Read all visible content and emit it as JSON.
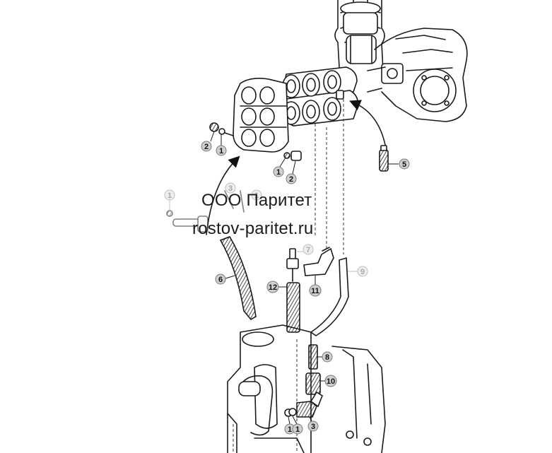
{
  "watermark": {
    "line1": "ООО Паритет",
    "line2": "rostov-paritet.ru"
  },
  "callouts": [
    {
      "id": "c-2a",
      "label": "2"
    },
    {
      "id": "c-1a",
      "label": "1"
    },
    {
      "id": "c-1b",
      "label": "1"
    },
    {
      "id": "c-2b",
      "label": "2"
    },
    {
      "id": "c-5",
      "label": "5"
    },
    {
      "id": "c-1c",
      "label": "1",
      "faint": true
    },
    {
      "id": "c-3a",
      "label": "3",
      "faint": true
    },
    {
      "id": "c-1d",
      "label": "1",
      "faint": true
    },
    {
      "id": "c-7",
      "label": "7",
      "faint": true
    },
    {
      "id": "c-9",
      "label": "9",
      "faint": true
    },
    {
      "id": "c-6",
      "label": "6"
    },
    {
      "id": "c-12",
      "label": "12"
    },
    {
      "id": "c-11",
      "label": "11"
    },
    {
      "id": "c-8",
      "label": "8"
    },
    {
      "id": "c-10",
      "label": "10"
    },
    {
      "id": "c-1e",
      "label": "1"
    },
    {
      "id": "c-1f",
      "label": "1"
    },
    {
      "id": "c-3b",
      "label": "3"
    }
  ]
}
